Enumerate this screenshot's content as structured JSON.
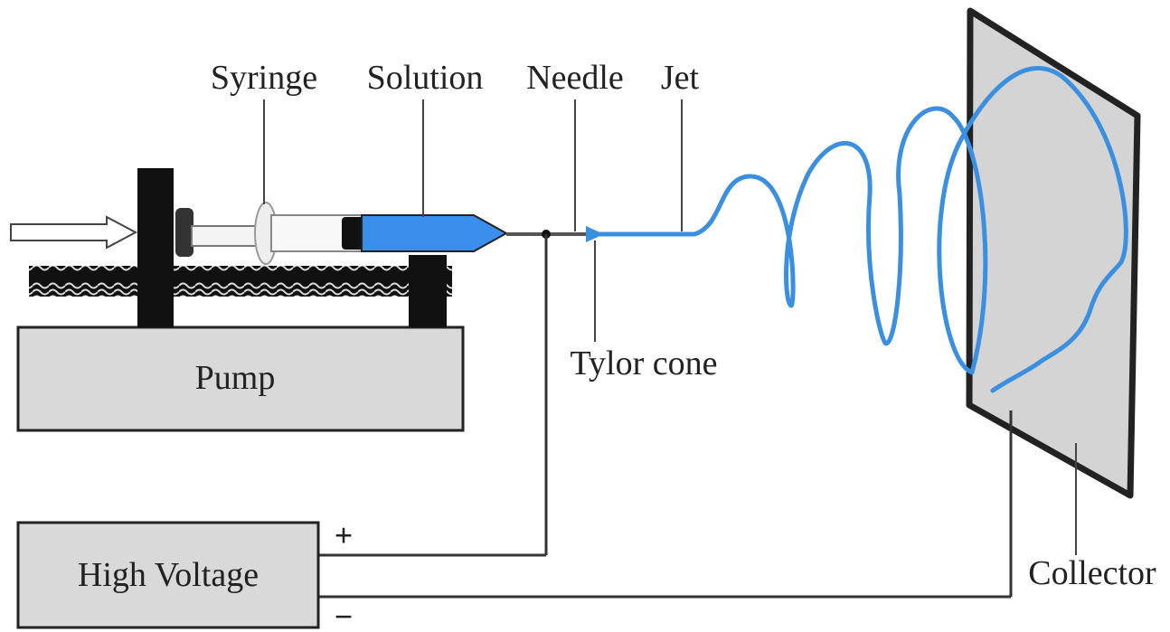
{
  "labels": {
    "syringe": "Syringe",
    "solution": "Solution",
    "needle": "Needle",
    "jet": "Jet",
    "taylor_cone": "Tylor cone",
    "pump": "Pump",
    "high_voltage": "High Voltage",
    "plus": "+",
    "minus": "−",
    "collector": "Collector"
  },
  "colors": {
    "jet": "#3b8fe0",
    "solution": "#3a8fec",
    "box_fill": "#d9d9d9",
    "collector_fill": "#d4d4d4",
    "outline": "#222222"
  }
}
